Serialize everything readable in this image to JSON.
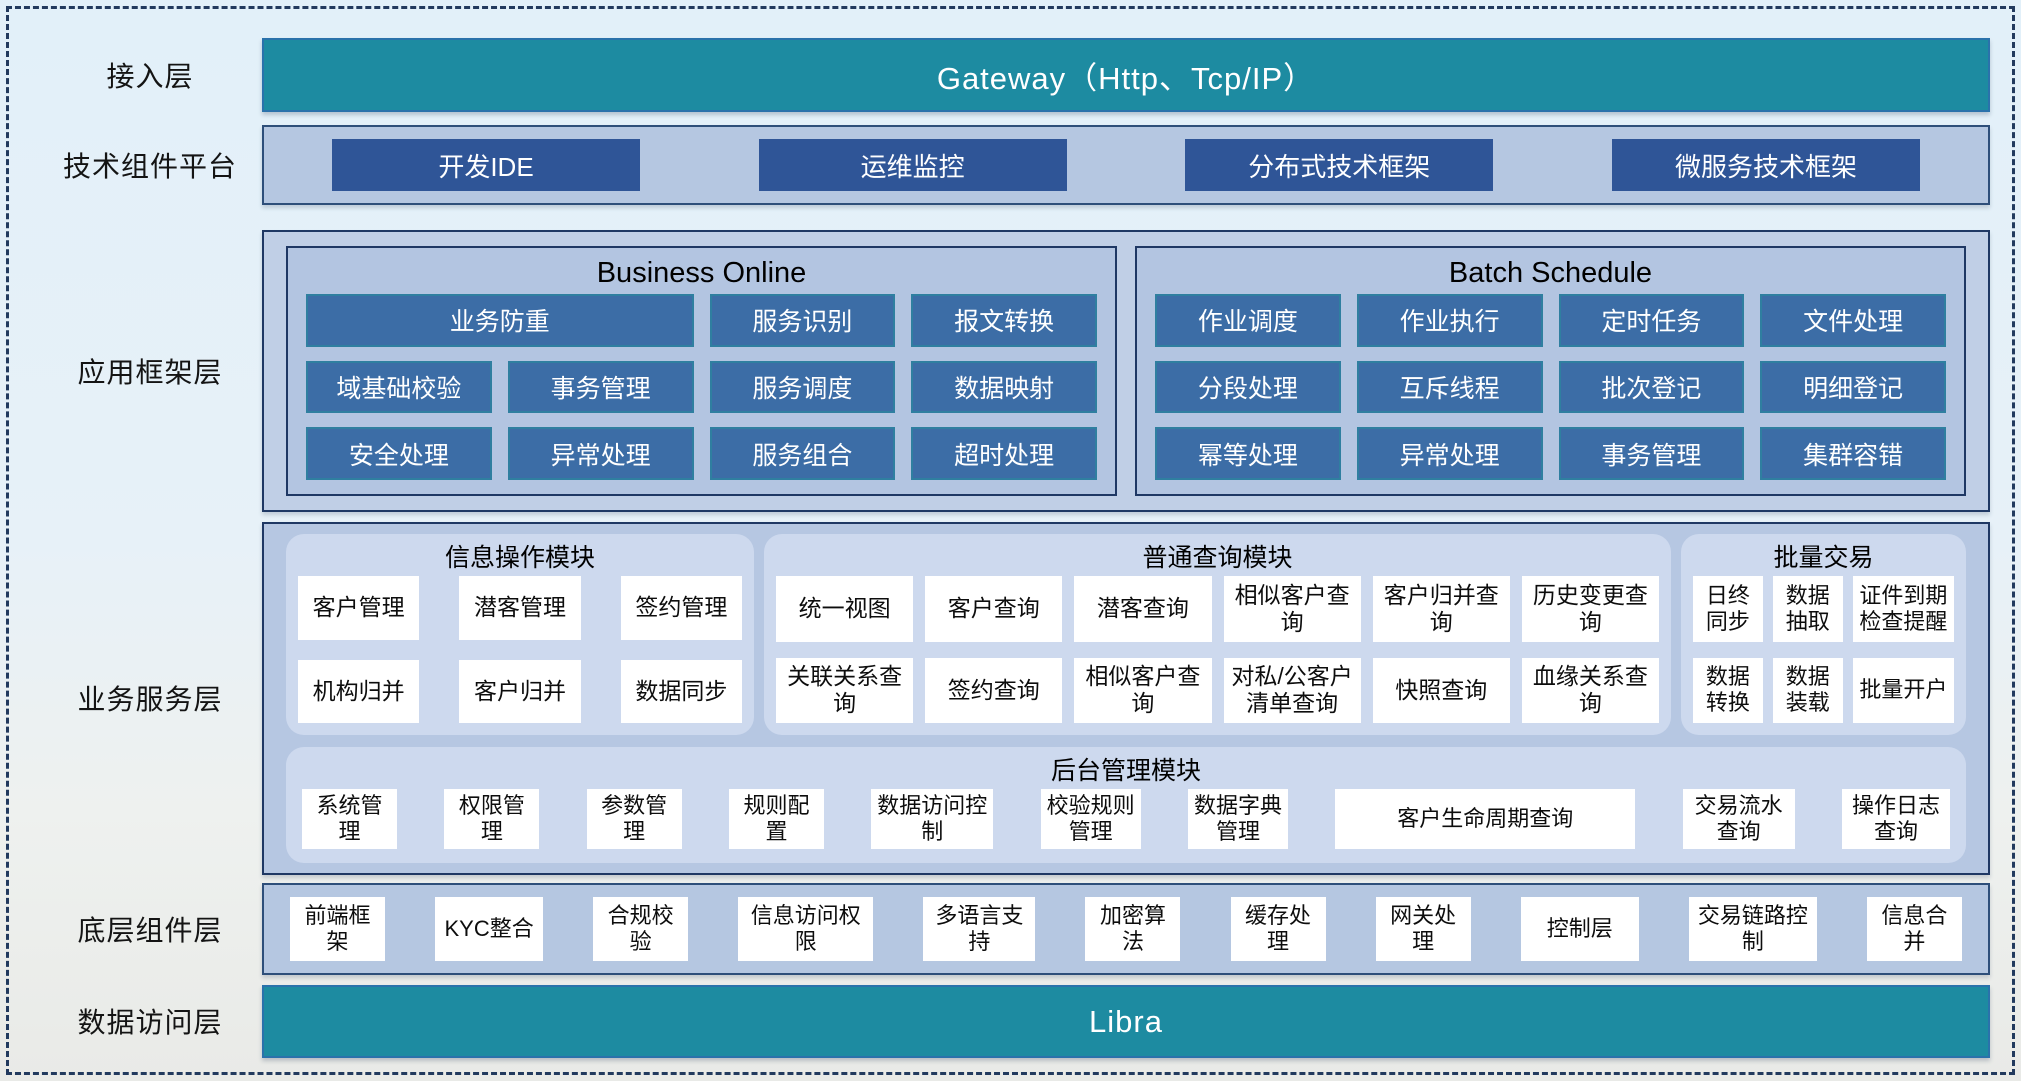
{
  "layers": {
    "access": {
      "label": "接入层",
      "gateway": "Gateway（Http、Tcp/IP）"
    },
    "tech_platform": {
      "label": "技术组件平台",
      "items": [
        "开发IDE",
        "运维监控",
        "分布式技术框架",
        "微服务技术框架"
      ]
    },
    "app_framework": {
      "label": "应用框架层",
      "business_online": {
        "title": "Business Online",
        "cells": [
          "业务防重",
          "服务识别",
          "报文转换",
          "域基础校验",
          "事务管理",
          "服务调度",
          "数据映射",
          "安全处理",
          "异常处理",
          "服务组合",
          "超时处理"
        ]
      },
      "batch_schedule": {
        "title": "Batch Schedule",
        "cells": [
          "作业调度",
          "作业执行",
          "定时任务",
          "文件处理",
          "分段处理",
          "互斥线程",
          "批次登记",
          "明细登记",
          "幂等处理",
          "异常处理",
          "事务管理",
          "集群容错"
        ]
      }
    },
    "business_service": {
      "label": "业务服务层",
      "info_module": {
        "title": "信息操作模块",
        "cells": [
          "客户管理",
          "潜客管理",
          "签约管理",
          "机构归并",
          "客户归并",
          "数据同步"
        ]
      },
      "query_module": {
        "title": "普通查询模块",
        "cells": [
          "统一视图",
          "客户查询",
          "潜客查询",
          "相似客户查询",
          "客户归并查询",
          "历史变更查询",
          "关联关系查询",
          "签约查询",
          "相似客户查询",
          "对私/公客户清单查询",
          "快照查询",
          "血缘关系查询"
        ]
      },
      "batch_module": {
        "title": "批量交易",
        "cells": [
          "日终同步",
          "数据抽取",
          "证件到期检查提醒",
          "数据转换",
          "数据装载",
          "批量开户"
        ]
      },
      "admin_module": {
        "title": "后台管理模块",
        "cells": [
          "系统管理",
          "权限管理",
          "参数管理",
          "规则配置",
          "数据访问控制",
          "校验规则管理",
          "数据字典管理",
          "客户生命周期查询",
          "交易流水查询",
          "操作日志查询"
        ]
      }
    },
    "base_components": {
      "label": "底层组件层",
      "cells": [
        "前端框架",
        "KYC整合",
        "合规校验",
        "信息访问权限",
        "多语言支持",
        "加密算法",
        "缓存处理",
        "网关处理",
        "控制层",
        "交易链路控制",
        "信息合并"
      ]
    },
    "data_access": {
      "label": "数据访问层",
      "bar": "Libra"
    }
  },
  "colors": {
    "teal": "#1d8ba1",
    "royal_blue": "#2f5597",
    "mid_blue": "#3c6da6",
    "panel_fill": "#b6c7e2",
    "inner_panel_fill": "#cdd9ee",
    "navy_border": "#1f3864"
  }
}
